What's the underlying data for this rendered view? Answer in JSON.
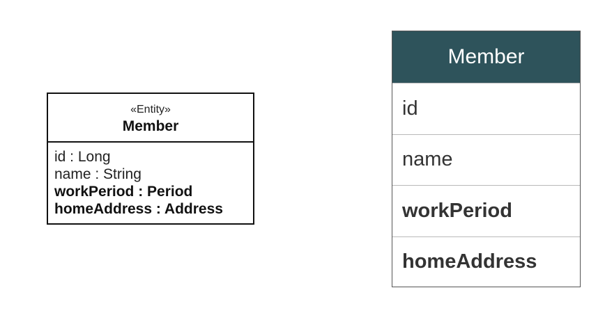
{
  "entity": {
    "stereotype": "«Entity»",
    "name": "Member",
    "attributes": [
      {
        "text": "id : Long",
        "bold": false
      },
      {
        "text": "name : String",
        "bold": false
      },
      {
        "text": "workPeriod : Period",
        "bold": true
      },
      {
        "text": "homeAddress : Address",
        "bold": true
      }
    ]
  },
  "table": {
    "title": "Member",
    "header_color": "#2e535b",
    "rows": [
      {
        "text": "id",
        "bold": false
      },
      {
        "text": "name",
        "bold": false
      },
      {
        "text": "workPeriod",
        "bold": true
      },
      {
        "text": "homeAddress",
        "bold": true
      }
    ]
  }
}
